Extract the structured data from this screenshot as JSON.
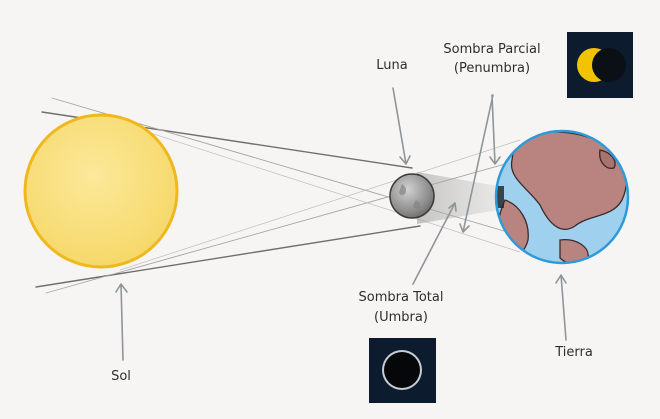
{
  "labels": {
    "sun": "Sol",
    "moon": "Luna",
    "earth": "Tierra",
    "partial_shadow_line1": "Sombra Parcial",
    "partial_shadow_line2": "(Penumbra)",
    "total_shadow_line1": "Sombra Total",
    "total_shadow_line2": "(Umbra)"
  },
  "colors": {
    "background": "#f6f5f3",
    "sun_fill": "#f8df7a",
    "sun_outline": "#efb81c",
    "earth_ocean": "#9fd0ee",
    "earth_land": "#b98480",
    "earth_outline": "#2f9ad8",
    "moon_fill": "#a9a9a9",
    "icon_background": "#0d1b2e",
    "icon_crescent": "#f2c300"
  },
  "icons": {
    "partial": "partial-eclipse-icon",
    "total": "total-eclipse-icon"
  }
}
